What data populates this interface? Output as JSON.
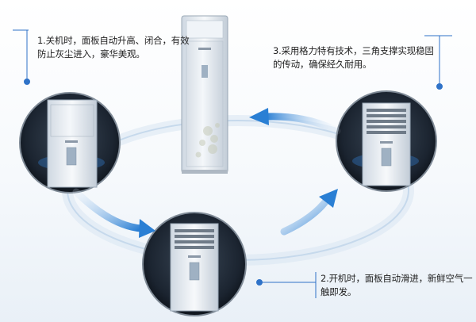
{
  "captions": {
    "step1": {
      "line1": "1.关机时，面板自动升高、闭合，有效",
      "line2": "防止灰尘进入，豪华美观。"
    },
    "step3": {
      "line1": "3.采用格力特有技术，三角支撑实现稳固",
      "line2": "的传动，确保经久耐用。"
    },
    "step2": {
      "line1": "2.开机时，面板自动滑进，新鲜空气一",
      "line2": "触即发。"
    }
  },
  "colors": {
    "accent": "#2f72c8",
    "arrow": "#2a7fd4",
    "ring": "#cfe0f0",
    "disc": "#1f2a36"
  },
  "icons": {
    "flow_arrows": "curved-arrow-icon",
    "pointer_dots": "circle-dot-icon"
  }
}
